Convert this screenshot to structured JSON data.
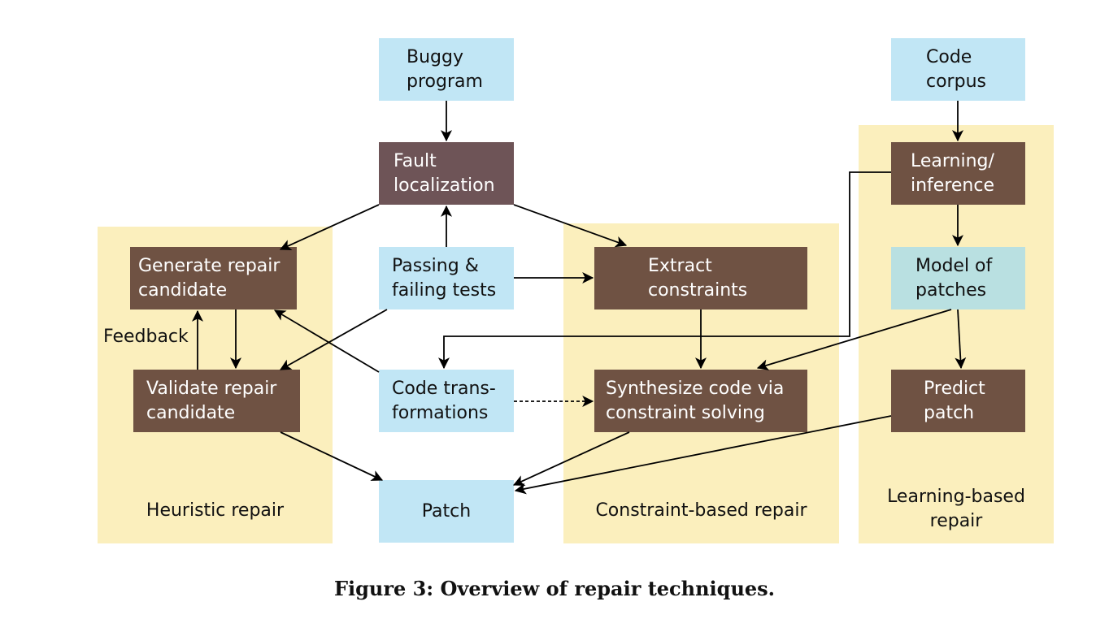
{
  "regions": {
    "heuristic": "Heuristic repair",
    "constraint": "Constraint-based repair",
    "learning": "Learning-based\nrepair"
  },
  "nodes": {
    "buggy_program": "Buggy\nprogram",
    "fault_localization": "Fault\nlocalization",
    "passing_failing_tests": "Passing &\nfailing tests",
    "code_transformations": "Code trans-\nformations",
    "patch": "Patch",
    "generate_repair_candidate": "Generate repair\ncandidate",
    "validate_repair_candidate": "Validate repair\ncandidate",
    "extract_constraints": "Extract\nconstraints",
    "synthesize_code": "Synthesize code via\nconstraint solving",
    "code_corpus": "Code\ncorpus",
    "learning_inference": "Learning/\ninference",
    "model_of_patches": "Model of\npatches",
    "predict_patch": "Predict\npatch"
  },
  "edge_labels": {
    "feedback": "Feedback"
  },
  "caption": "Figure 3: Overview of repair techniques.",
  "colors": {
    "region_fill": "#fbefbd",
    "input_node": "#c1e6f5",
    "model_node": "#b9e0e1",
    "process_node": "#6f5243",
    "fault_node": "#6e5457",
    "arrow": "#000000"
  }
}
